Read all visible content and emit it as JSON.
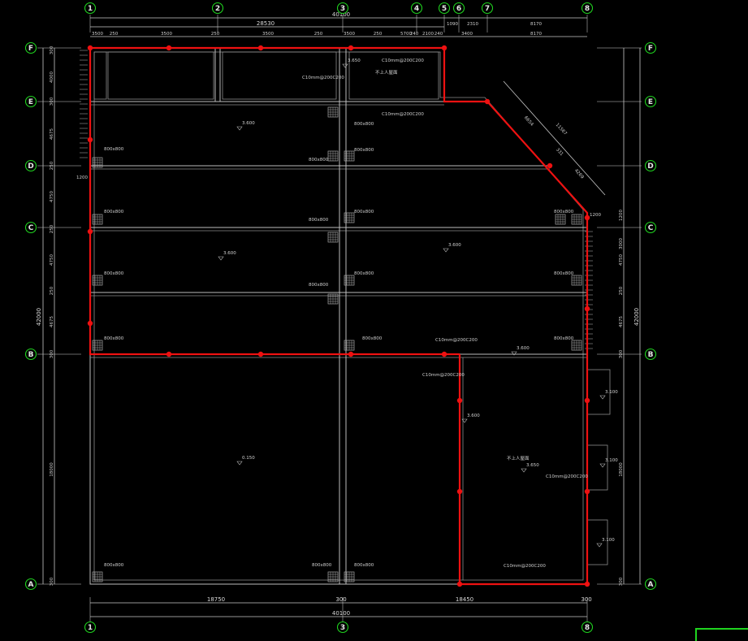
{
  "grid_x": [
    {
      "label": "1"
    },
    {
      "label": "2"
    },
    {
      "label": "3"
    },
    {
      "label": "4"
    },
    {
      "label": "5"
    },
    {
      "label": "6"
    },
    {
      "label": "7"
    },
    {
      "label": "8"
    }
  ],
  "grid_y": [
    {
      "label": "F"
    },
    {
      "label": "E"
    },
    {
      "label": "D"
    },
    {
      "label": "C"
    },
    {
      "label": "B"
    },
    {
      "label": "A"
    }
  ],
  "top_dims": {
    "overall": "40100",
    "sub_1_5": "28530",
    "row1": [
      "3500",
      "250",
      "3500",
      "250",
      "3500",
      "250",
      "3500",
      "250",
      "5700",
      "240",
      "2100",
      "240",
      "3400",
      "8170"
    ],
    "row2_small": [
      "1090",
      "2310",
      "8170"
    ]
  },
  "bottom_dims": {
    "segments": [
      "18750",
      "300",
      "18450",
      "300"
    ],
    "overall": "40100"
  },
  "left_dims": [
    "300",
    "4000",
    "300",
    "4675",
    "250",
    "4750",
    "250",
    "4750",
    "250",
    "4675",
    "300",
    "18000",
    "300"
  ],
  "left_overall": "42000",
  "right_dims": [
    "1200",
    "3000",
    "4750",
    "250",
    "4675",
    "300",
    "18000",
    "300"
  ],
  "right_overall": "42000",
  "diag_dims": [
    "6654",
    "11567",
    "331",
    "4269"
  ],
  "elev_labels": [
    {
      "text": "3.650",
      "label": ""
    },
    {
      "text": "3.600",
      "label": ""
    },
    {
      "text": "3.600",
      "label": ""
    },
    {
      "text": "3.600",
      "label": ""
    },
    {
      "text": "3.600",
      "label": ""
    },
    {
      "text": "3.600",
      "label": ""
    },
    {
      "text": "0.150",
      "label": ""
    },
    {
      "text": "3.650",
      "label": ""
    },
    {
      "text": "3.100",
      "label": ""
    },
    {
      "text": "3.100",
      "label": ""
    },
    {
      "text": "3.100",
      "label": ""
    }
  ],
  "text_labels": {
    "roof_a": "不上人屋面",
    "roof_b": "不上人屋面",
    "slab_c1": "C10mm@200C200",
    "slab_c2": "C10mm@200C200",
    "slab_c3": "C10mm@200C200",
    "slab_c4": "C10mm@200C200",
    "slab_c5": "C10mm@200C200",
    "slab_c6": "C10mm@200C200",
    "col": "800x800",
    "dim_1200a": "1200",
    "dim_1200b": "1200"
  }
}
